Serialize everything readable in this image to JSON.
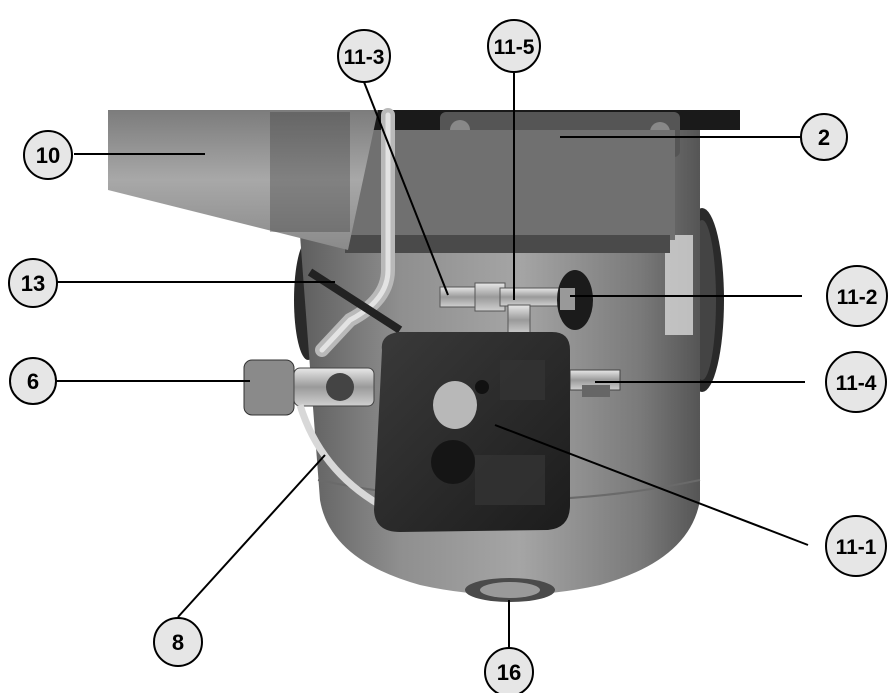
{
  "callouts": {
    "c10": "10",
    "c13": "13",
    "c6": "6",
    "c8": "8",
    "c11_3": "11-3",
    "c11_5": "11-5",
    "c2": "2",
    "c11_2": "11-2",
    "c11_4": "11-4",
    "c11_1": "11-1",
    "c16": "16"
  },
  "colors": {
    "callout_fill": "#e6e6e6",
    "callout_stroke": "#000000",
    "leader_line": "#000000",
    "tank": "#8c8c8c",
    "tank_dark": "#6e6e6e",
    "pressure_switch": "#2b2b2b",
    "pulley_guard": "#9a9a9a",
    "tube": "#c8c8c8"
  }
}
